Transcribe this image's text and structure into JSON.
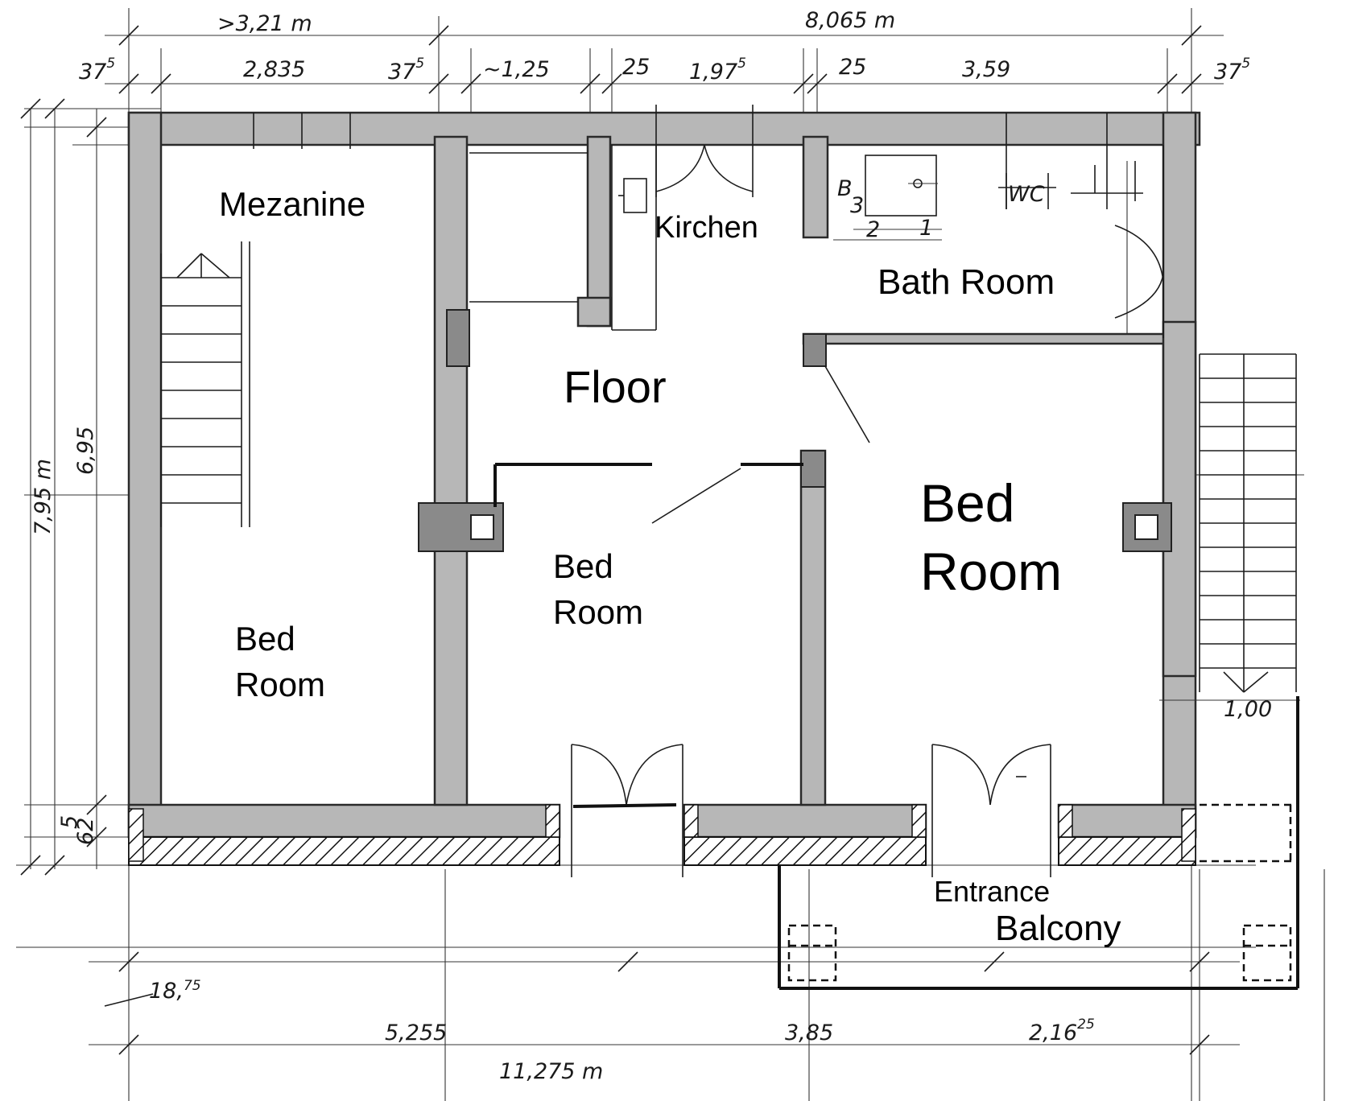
{
  "rooms": {
    "mezanine": "Mezanine",
    "kitchen": "Kirchen",
    "bath_room": "Bath Room",
    "floor": "Floor",
    "bed_left_line1": "Bed",
    "bed_left_line2": "Room",
    "bed_mid_line1": "Bed",
    "bed_mid_line2": "Room",
    "bed_right_line1": "Bed",
    "bed_right_line2": "Room",
    "entrance": "Entrance",
    "balcony": "Balcony"
  },
  "fixtures": {
    "bath": "B",
    "wc": "WC",
    "bath_n1": "1",
    "bath_n2": "2",
    "bath_n3": "3"
  },
  "dimensions": {
    "top_left_span": ">3,21 m",
    "top_total": "8,065 m",
    "wall_left": "37",
    "wall_left_sup": "5",
    "mezanine_width": "2,835",
    "wall_mid": "37",
    "wall_mid_sup": "5",
    "kitchen_gap": "~1,25",
    "partition_1": "25",
    "kitchen_width": "1,97",
    "kitchen_width_sup": "5",
    "partition_2": "25",
    "bath_width": "3,59",
    "wall_right": "37",
    "wall_right_sup": "5",
    "height_total": "7,95 m",
    "height_inner": "6,95",
    "bottom_wall_a": "5",
    "bottom_wall_b": "62",
    "stair_width": "1,00",
    "offset": "18,",
    "offset_sup": "75",
    "bottom_seg_1": "5,255",
    "bottom_seg_2": "3,85",
    "bottom_seg_3": "2,16",
    "bottom_seg_3_sup": "25",
    "bottom_total": "11,275 m"
  }
}
